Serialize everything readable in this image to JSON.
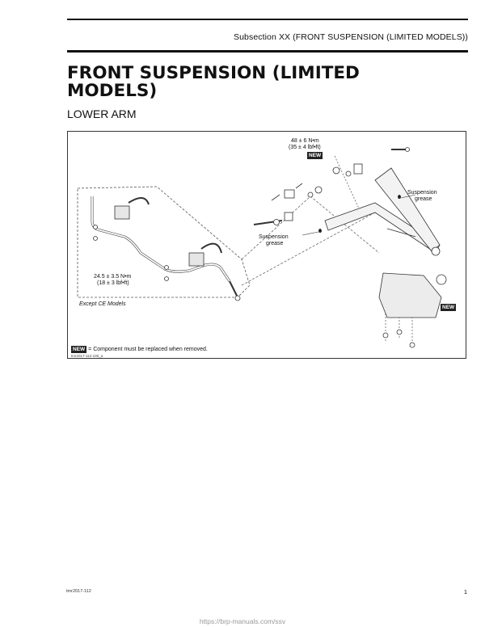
{
  "header": {
    "subsection": "Subsection XX (FRONT SUSPENSION (LIMITED MODELS))"
  },
  "page_title": "FRONT SUSPENSION (LIMITED MODELS)",
  "section_heading": "LOWER ARM",
  "figure": {
    "torque_top_line1": "48 ± 6 N•m",
    "torque_top_line2": "(35 ± 4 lbf•ft)",
    "torque_left_line1": "24.5 ± 3.5 N•m",
    "torque_left_line2": "(18 ± 3 lbf•ft)",
    "grease_right_line1": "Suspension",
    "grease_right_line2": "grease",
    "grease_mid_line1": "Suspension",
    "grease_mid_line2": "grease",
    "except_label": "Except CE Models",
    "new_badge": "NEW",
    "legend_text": "= Component must be replaced when removed.",
    "figure_code": "tmr2017-112-100_a"
  },
  "footer": {
    "doc_code": "tmr2017-112",
    "page_number": "1",
    "watermark": "https://brp-manuals.com/ssv"
  }
}
